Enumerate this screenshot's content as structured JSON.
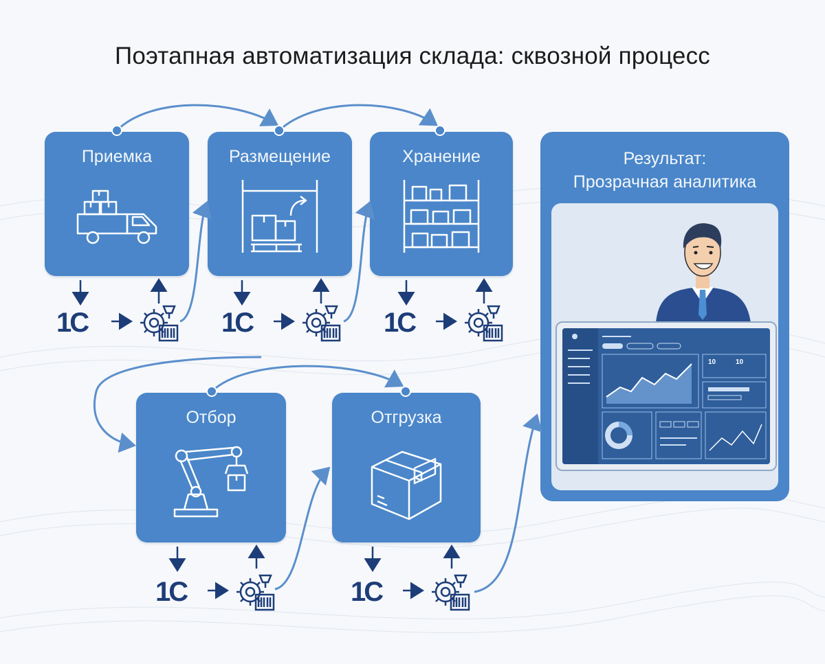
{
  "title": "Поэтапная автоматизация склада: сквозной процесс",
  "stages": [
    {
      "label": "Приемка",
      "icon": "truck-icon"
    },
    {
      "label": "Размещение",
      "icon": "rack-placement-icon"
    },
    {
      "label": "Хранение",
      "icon": "storage-shelves-icon"
    },
    {
      "label": "Отбор",
      "icon": "robot-arm-icon"
    },
    {
      "label": "Отгрузка",
      "icon": "shipping-box-icon"
    }
  ],
  "integration": {
    "system_label": "1С",
    "device_icon": "gear-scanner-icon"
  },
  "result": {
    "title_line1": "Результат:",
    "title_line2": "Прозрачная аналитика",
    "dashboard": {
      "kpi1": "10",
      "kpi2": "10"
    }
  },
  "colors": {
    "card": "#4a86c9",
    "flow_line": "#5b8fcc",
    "dark_text": "#1d3d78",
    "background": "#f6f8fb"
  }
}
